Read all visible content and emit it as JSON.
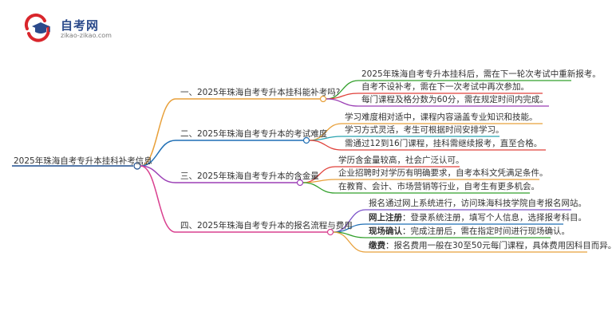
{
  "logo": {
    "title": "自考网",
    "url": "zikao-zikao.com",
    "colors": {
      "red": "#d9262c",
      "blue": "#2b4a8b"
    },
    "icon": "graduation-cap-icon"
  },
  "root": {
    "text": "2025年珠海自考专升本挂科补考信息"
  },
  "branches": [
    {
      "text": "一、2025年珠海自考专升本挂科能补考吗?",
      "color": "#e8a03a",
      "leaves": [
        {
          "label": "",
          "text": "2025年珠海自考专升本挂科后，需在下一轮次考试中重新报考。"
        },
        {
          "label": "",
          "text": "自考不设补考，需在下一次考试中再次参加。"
        },
        {
          "label": "",
          "text": "每门课程及格分数为60分，需在规定时间内完成。"
        }
      ],
      "leaf_colors": [
        "#33a02c",
        "#e0413a",
        "#9b3fb5"
      ]
    },
    {
      "text": "二、2025年珠海自考专升本的考试难度",
      "color": "#1f6fb5",
      "leaves": [
        {
          "label": "",
          "text": "学习难度相对适中，课程内容涵盖专业知识和技能。"
        },
        {
          "label": "",
          "text": "学习方式灵活，考生可根据时间安排学习。"
        },
        {
          "label": "",
          "text": "需通过12到16门课程，挂科需继续报考，直至合格。"
        }
      ],
      "leaf_colors": [
        "#e8a03a",
        "#29a3b0",
        "#e0413a"
      ]
    },
    {
      "text": "三、2025年珠海自考专升本的含金量",
      "color": "#9b3fb5",
      "leaves": [
        {
          "label": "",
          "text": "学历含金量较高，社会广泛认可。"
        },
        {
          "label": "",
          "text": "企业招聘时对学历有明确要求，自考本科文凭满足条件。"
        },
        {
          "label": "",
          "text": "在教育、会计、市场营销等行业，自考生有更多机会。"
        }
      ],
      "leaf_colors": [
        "#e0413a",
        "#e8a03a",
        "#33a02c"
      ]
    },
    {
      "text": "四、2025年珠海自考专升本的报名流程与费用",
      "color": "#d9408f",
      "leaves": [
        {
          "label": "",
          "text": "报名通过网上系统进行，访问珠海科技学院自考报名网站。"
        },
        {
          "label": "网上注册",
          "text": "：登录系统注册，填写个人信息，选择报考科目。"
        },
        {
          "label": "现场确认",
          "text": "：完成注册后，需在指定时间进行现场确认。"
        },
        {
          "label": "缴费",
          "text": "：报名费用一般在30至50元每门课程，具体费用因科目而异。"
        }
      ],
      "leaf_colors": [
        "#7b52c9",
        "#1f6fb5",
        "#33a02c",
        "#e8a03a"
      ]
    }
  ]
}
